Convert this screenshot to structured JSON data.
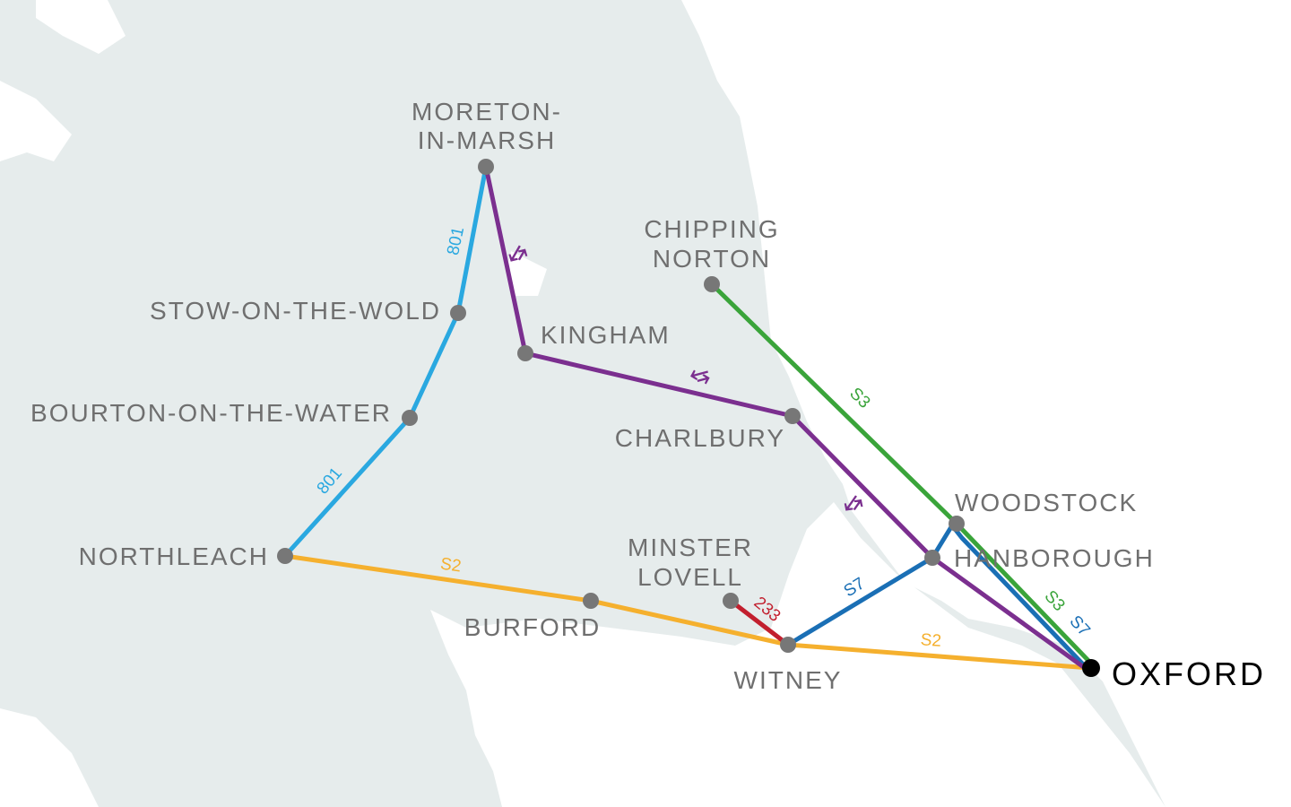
{
  "map": {
    "colors": {
      "land": "#e6ecec",
      "sea": "#ffffff",
      "stop": "#777777",
      "terminus": "#000000",
      "label": "#6f6f6f"
    },
    "places": {
      "moreton_1": "MORETON-",
      "moreton_2": "IN-MARSH",
      "chipping_1": "CHIPPING",
      "chipping_2": "NORTON",
      "stow": "STOW-ON-THE-WOLD",
      "kingham": "KINGHAM",
      "bourton": "BOURTON-ON-THE-WATER",
      "charlbury": "CHARLBURY",
      "woodstock": "WOODSTOCK",
      "minster_1": "MINSTER",
      "minster_2": "LOVELL",
      "hanborough": "HANBOROUGH",
      "northleach": "NORTHLEACH",
      "burford": "BURFORD",
      "witney": "WITNEY",
      "oxford": "OXFORD"
    },
    "routes": [
      {
        "id": "801",
        "label": "801",
        "color": "#2aa8e0",
        "kind": "bus"
      },
      {
        "id": "s2",
        "label": "S2",
        "color": "#f5b02e",
        "kind": "bus"
      },
      {
        "id": "s3",
        "label": "S3",
        "color": "#3aa43a",
        "kind": "bus"
      },
      {
        "id": "s7",
        "label": "S7",
        "color": "#1a6fb5",
        "kind": "bus"
      },
      {
        "id": "233",
        "label": "233",
        "color": "#c21f2e",
        "kind": "bus"
      },
      {
        "id": "rail",
        "label": "",
        "color": "#7b2f8f",
        "kind": "rail",
        "icon": "national-rail-icon"
      }
    ]
  }
}
